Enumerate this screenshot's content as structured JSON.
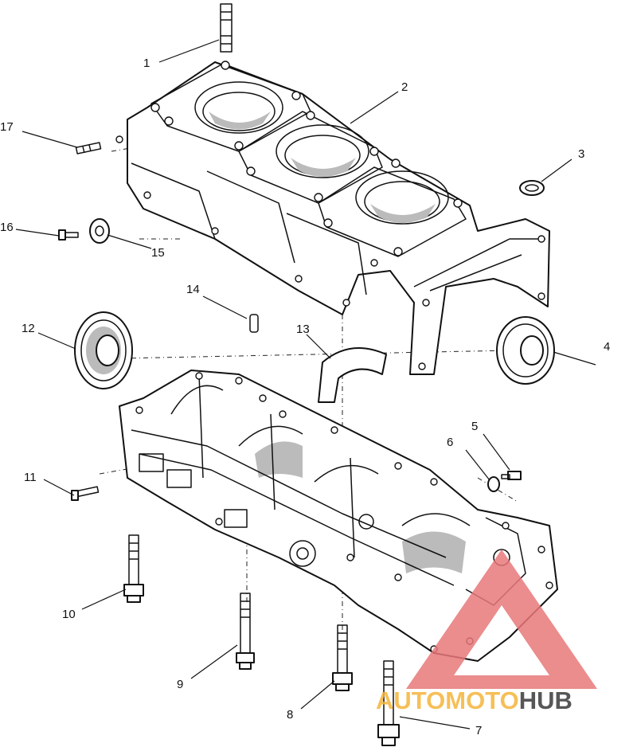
{
  "callouts": [
    "1",
    "2",
    "3",
    "4",
    "5",
    "6",
    "7",
    "8",
    "9",
    "10",
    "11",
    "12",
    "13",
    "14",
    "15",
    "16",
    "17"
  ],
  "watermark": {
    "part1": "AUTOMOTO",
    "part2": "HUB",
    "color_accent": "#e8787a",
    "color_orange": "#f5b53a",
    "color_dark": "#3a3a3a"
  }
}
